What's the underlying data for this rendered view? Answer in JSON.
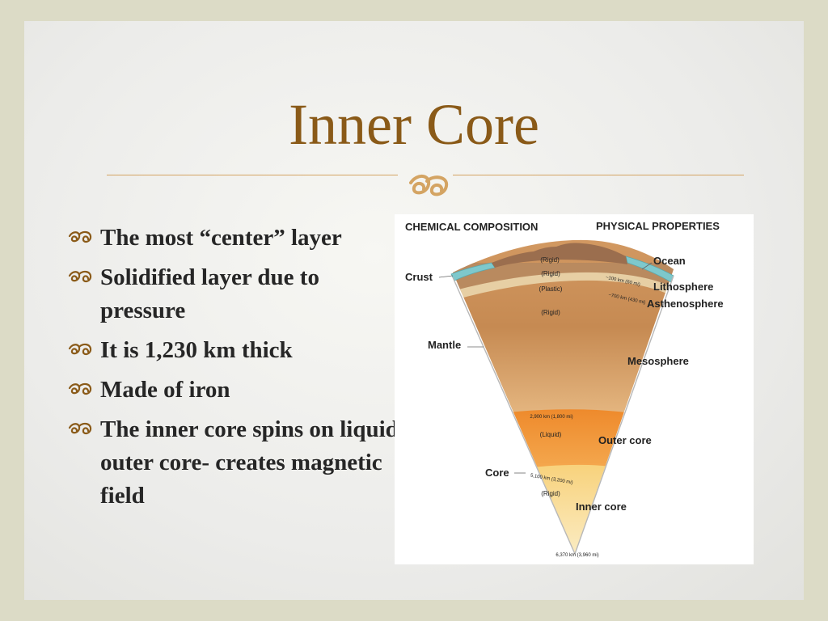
{
  "slide": {
    "title": "Inner Core",
    "bullets": [
      {
        "text": "The most “center” layer"
      },
      {
        "text": "Solidified layer due to pressure"
      },
      {
        "text": "It is 1,230 km thick"
      },
      {
        "text": "Made of iron"
      },
      {
        "text": "The inner core spins on liquid outer core- creates magnetic field"
      }
    ]
  },
  "diagram": {
    "headers": {
      "left": "CHEMICAL COMPOSITION",
      "right": "PHYSICAL PROPERTIES"
    },
    "left_labels": {
      "crust": "Crust",
      "mantle": "Mantle",
      "core": "Core"
    },
    "right_labels": {
      "ocean": "Ocean",
      "lithosphere": "Lithosphere",
      "asthenosphere": "Asthenosphere",
      "mesosphere": "Mesosphere",
      "outer_core": "Outer core",
      "inner_core": "Inner core"
    },
    "layer_states": {
      "crust": "(Rigid)",
      "lithosphere": "(Rigid)",
      "asthenosphere": "(Plastic)",
      "mesosphere": "(Rigid)",
      "outer_core": "(Liquid)",
      "inner_core": "(Rigid)"
    },
    "depths": {
      "lithosphere": "~100 km (60 mi)",
      "asthenosphere": "~700 km (430 mi)",
      "mantle_base": "2,900 km (1,800 mi)",
      "outer_core_base": "5,100 km (3,200 mi)",
      "center": "6,370 km (3,960 mi)"
    },
    "colors": {
      "title": "#8a5a18",
      "ocean": "#7ec8cc",
      "crust": "#9b6e4e",
      "asthenosphere": "#e9cfa0",
      "mesosphere": "#c98a55",
      "outer_core": "#f08a2a",
      "inner_core": "#f6d98e"
    }
  }
}
